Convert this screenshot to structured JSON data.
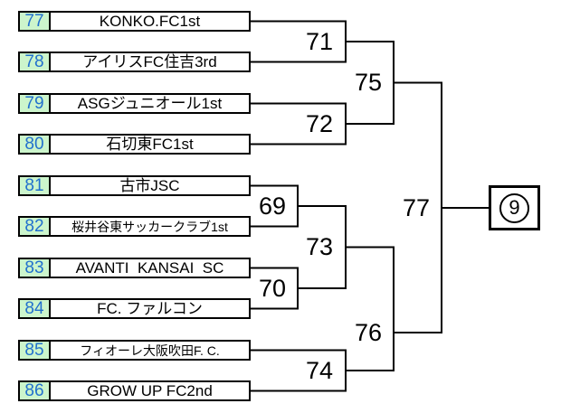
{
  "diagram": {
    "type": "tournament-bracket",
    "teams": [
      {
        "number": "77",
        "name": "KONKO.FC1st"
      },
      {
        "number": "78",
        "name": "アイリスFC住吉3rd"
      },
      {
        "number": "79",
        "name": "ASGジュニオール1st"
      },
      {
        "number": "80",
        "name": "石切東FC1st"
      },
      {
        "number": "81",
        "name": "古市JSC"
      },
      {
        "number": "82",
        "name": "桜井谷東サッカークラブ1st"
      },
      {
        "number": "83",
        "name": "AVANTI  KANSAI  SC"
      },
      {
        "number": "84",
        "name": "FC. ファルコン"
      },
      {
        "number": "85",
        "name": "フィオーレ大阪吹田F. C."
      },
      {
        "number": "86",
        "name": "GROW UP FC2nd"
      }
    ],
    "matches": {
      "m69": "69",
      "m70": "70",
      "m71": "71",
      "m72": "72",
      "m73": "73",
      "m74": "74",
      "m75": "75",
      "m76": "76",
      "m77": "77"
    },
    "final": {
      "label": "9"
    },
    "colors": {
      "number_box_bg": "#ccf5cc",
      "number_text": "#2271ce",
      "line": "#000000",
      "background": "#ffffff"
    }
  }
}
